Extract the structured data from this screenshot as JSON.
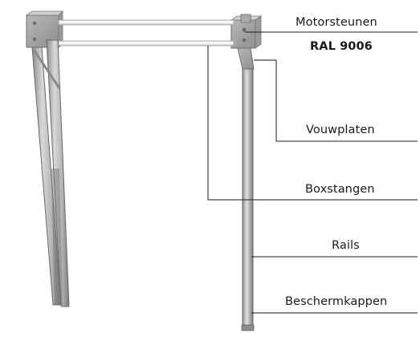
{
  "labels": {
    "motorsteunen": "Motorsteunen",
    "ral": "RAL 9006",
    "vouwplaten": "Vouwplaten",
    "boxstangen": "Boxstangen",
    "rails": "Rails",
    "beschermkappen": "Beschermkappen"
  }
}
